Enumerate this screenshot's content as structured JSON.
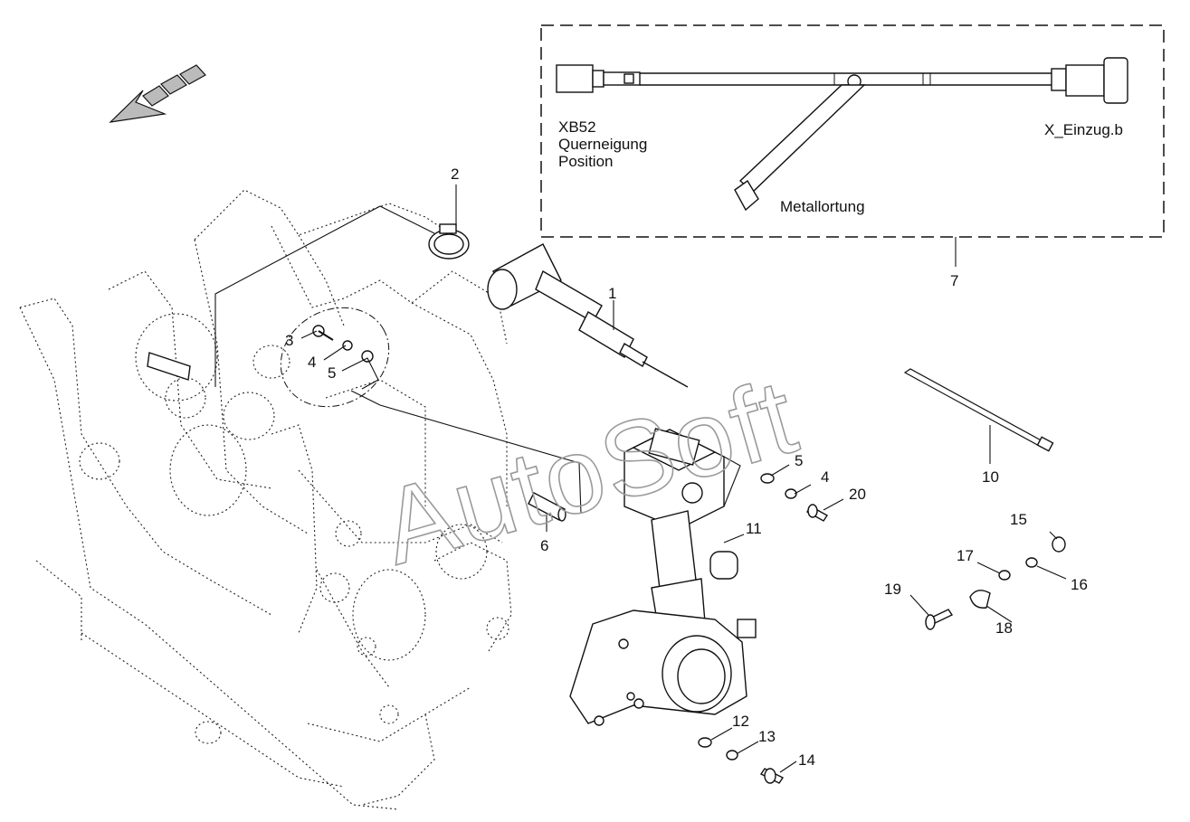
{
  "watermark": "AutoSoft",
  "harness_labels": {
    "connector_left_code": "XB52",
    "connector_left_line2": "Querneigung",
    "connector_left_line3": "Position",
    "connector_right": "X_Einzug.b",
    "branch": "Metallortung"
  },
  "callouts": {
    "c1": "1",
    "c2": "2",
    "c3": "3",
    "c4a": "4",
    "c4b": "4",
    "c5a": "5",
    "c5b": "5",
    "c6": "6",
    "c7": "7",
    "c10": "10",
    "c11": "11",
    "c12": "12",
    "c13": "13",
    "c14": "14",
    "c15": "15",
    "c16": "16",
    "c17": "17",
    "c18": "18",
    "c19": "19",
    "c20": "20"
  }
}
